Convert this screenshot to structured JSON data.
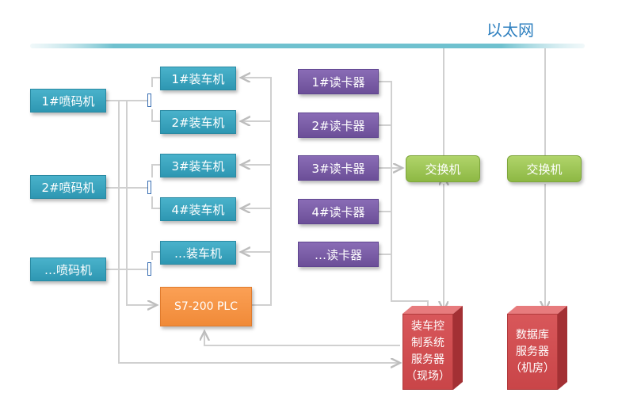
{
  "network": {
    "label": "以太网"
  },
  "printers": [
    "1#喷码机",
    "2#喷码机",
    "…喷码机"
  ],
  "loaders": [
    "1#装车机",
    "2#装车机",
    "3#装车机",
    "4#装车机",
    "…装车机"
  ],
  "plc": {
    "label": "S7-200 PLC"
  },
  "card_readers": [
    "1#读卡器",
    "2#读卡器",
    "3#读卡器",
    "4#读卡器",
    "…读卡器"
  ],
  "switches": [
    "交换机",
    "交换机"
  ],
  "site_server": {
    "lines": [
      "装车控",
      "制系统",
      "服务器",
      "（现场）"
    ]
  },
  "db_server": {
    "lines": [
      "数据库",
      "服务器",
      "（机房）"
    ]
  },
  "colors": {
    "box_blue": "#3aa6c0",
    "box_purple": "#7b5ea7",
    "switch_green": "#9bc456",
    "plc_orange": "#f79646",
    "server_red": "#c94548",
    "wire_gray": "#cfcfcf",
    "title_blue": "#2d7fbf"
  }
}
